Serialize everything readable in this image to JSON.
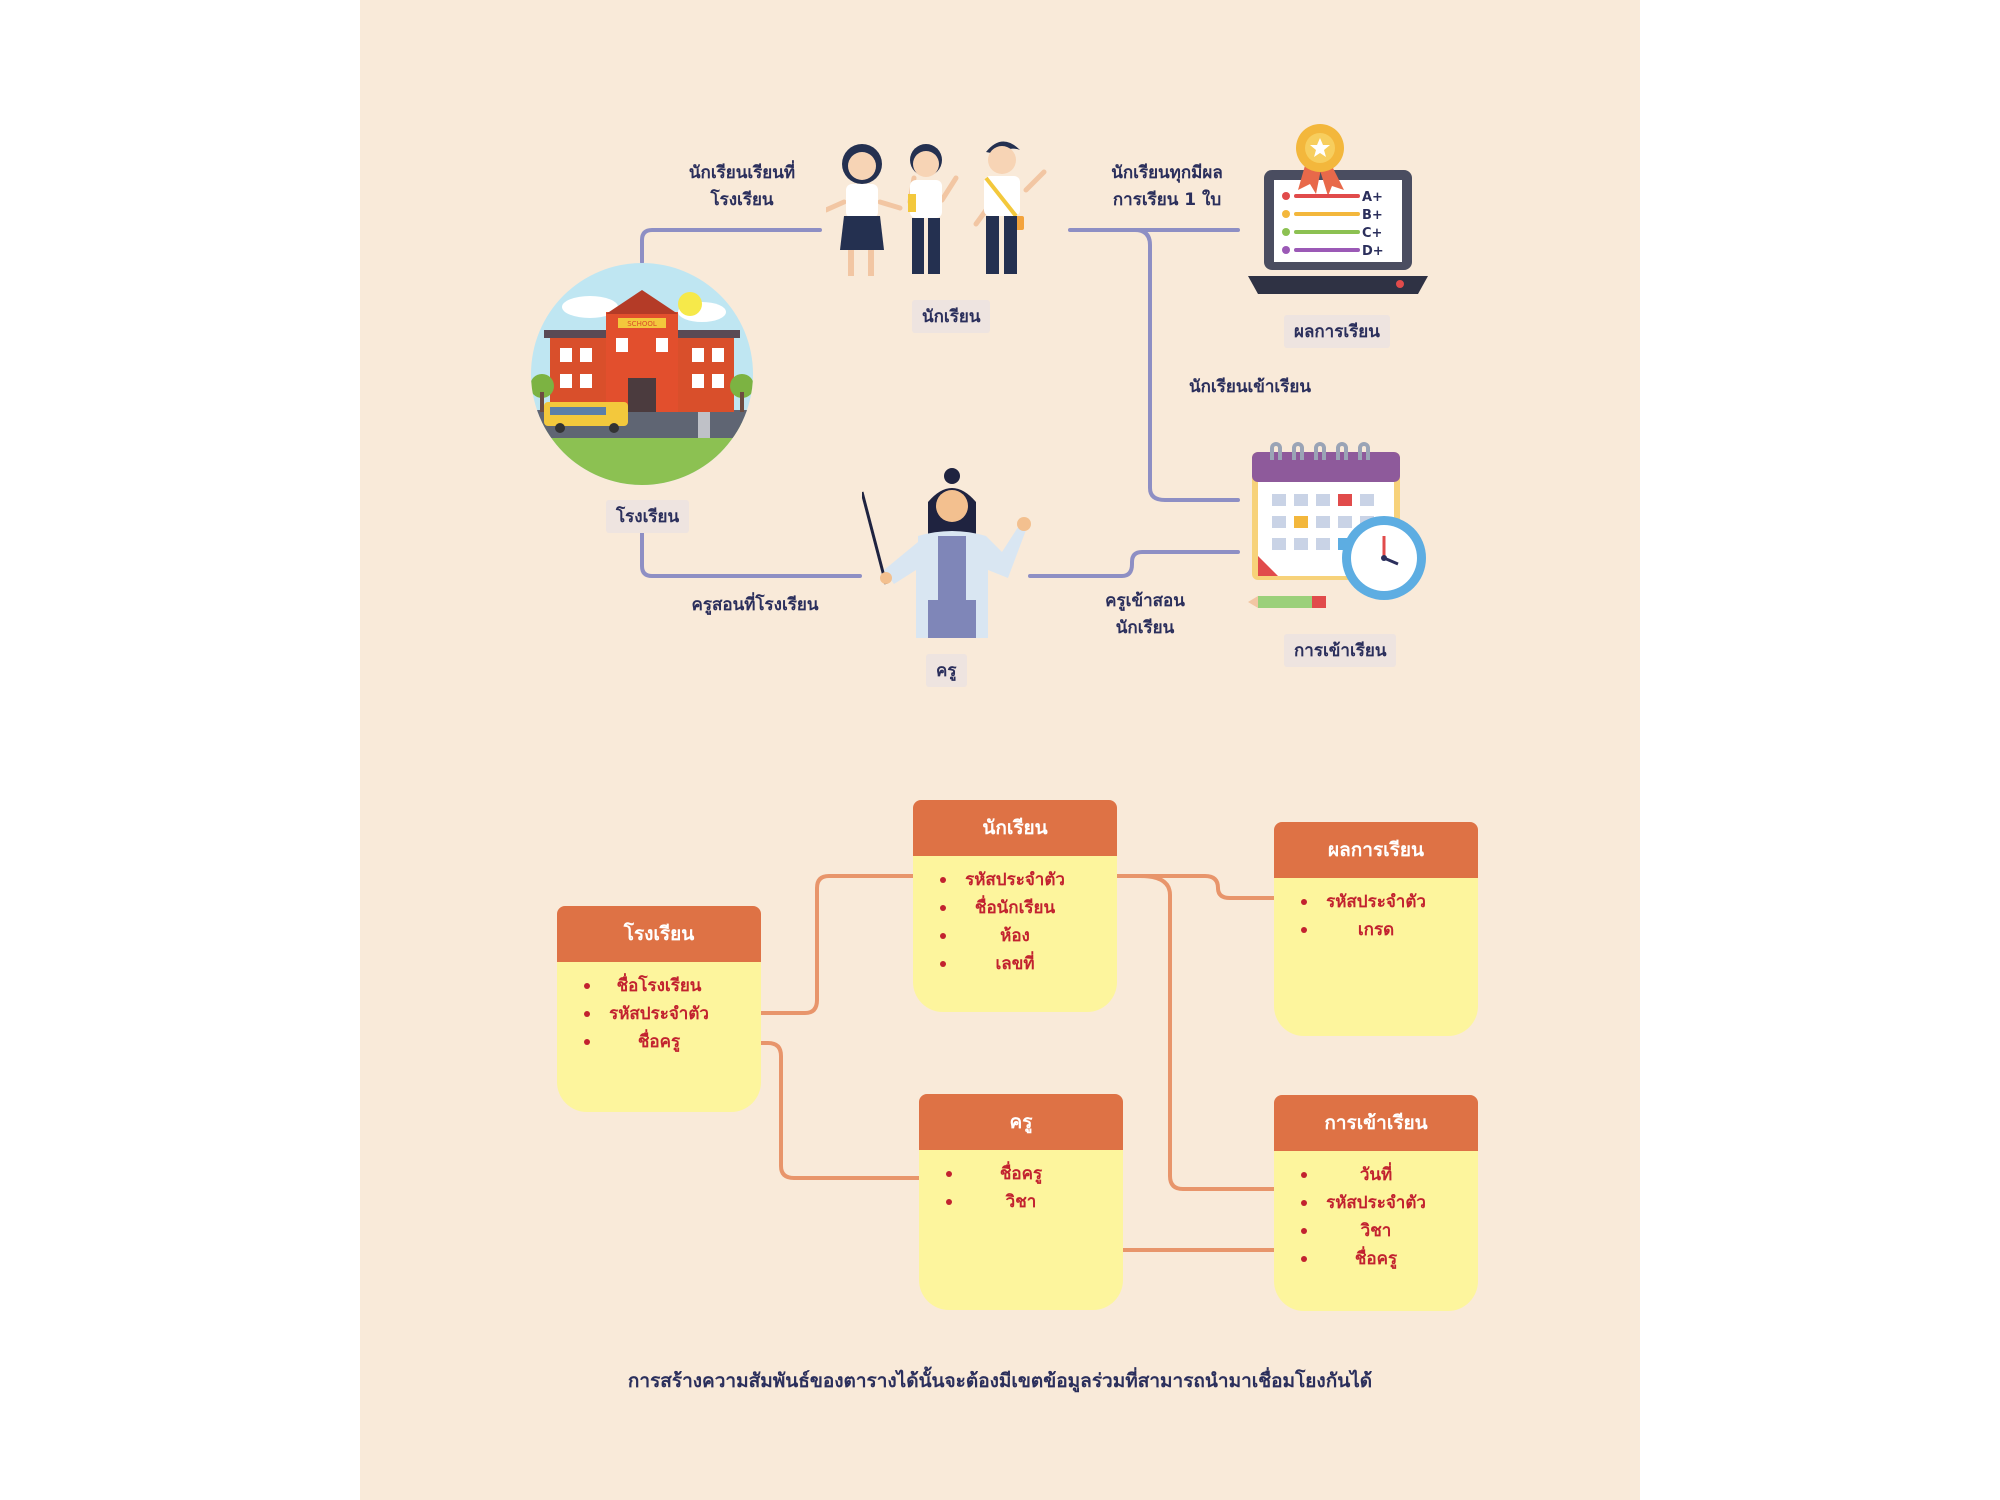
{
  "illustration": {
    "edges": {
      "school_student": [
        "นักเรียนเรียนที่",
        "โรงเรียน"
      ],
      "student_result": [
        "นักเรียนทุกมีผล",
        "การเรียน 1 ใบ"
      ],
      "student_attend": "นักเรียนเข้าเรียน",
      "school_teacher": "ครูสอนที่โรงเรียน",
      "teacher_attend": [
        "ครูเข้าสอน",
        "นักเรียน"
      ]
    },
    "nodes": {
      "school": "โรงเรียน",
      "student": "นักเรียน",
      "result": "ผลการเรียน",
      "teacher": "ครู",
      "attendance": "การเข้าเรียน"
    },
    "icon_texts": {
      "school_sign": "SCHOOL",
      "grades": [
        "A+",
        "B+",
        "C+",
        "D+"
      ]
    }
  },
  "tables": {
    "school": {
      "title": "โรงเรียน",
      "fields": [
        "ชื่อโรงเรียน",
        "รหัสประจำตัว",
        "ชื่อครู"
      ]
    },
    "student": {
      "title": "นักเรียน",
      "fields": [
        "รหัสประจำตัว",
        "ชื่อนักเรียน",
        "ห้อง",
        "เลขที่"
      ]
    },
    "result": {
      "title": "ผลการเรียน",
      "fields": [
        "รหัสประจำตัว",
        "เกรด"
      ]
    },
    "teacher": {
      "title": "ครู",
      "fields": [
        "ชื่อครู",
        "วิชา"
      ]
    },
    "attendance": {
      "title": "การเข้าเรียน",
      "fields": [
        "วันที่",
        "รหัสประจำตัว",
        "วิชา",
        "ชื่อครู"
      ]
    }
  },
  "caption": "การสร้างความสัมพันธ์ของตารางได้นั้นจะต้องมีเขตข้อมูลร่วมที่สามารถนำมาเชื่อมโยงกันได้",
  "colors": {
    "background": "#f9ead9",
    "ink": "#2b2f5c",
    "upper_connector": "#8e8fc4",
    "lower_connector": "#e8956b",
    "header": "#de7245",
    "card": "#fdf59d",
    "field_text": "#c2222f"
  }
}
